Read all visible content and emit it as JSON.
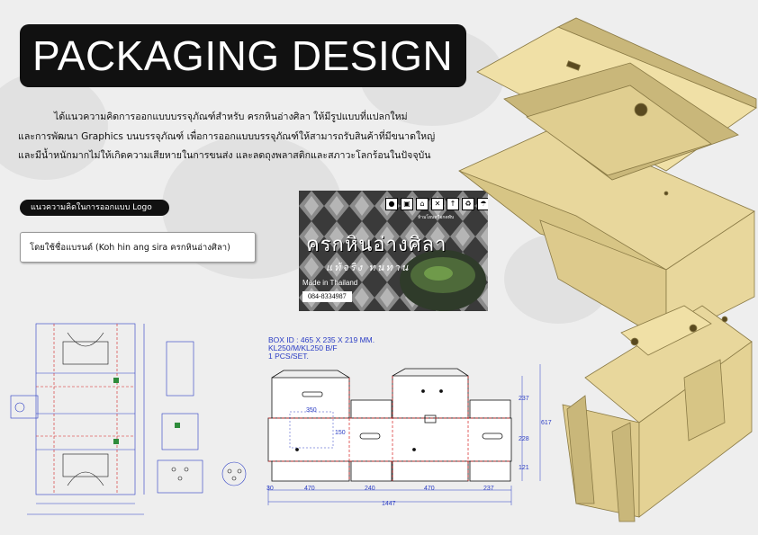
{
  "title": "PACKAGING DESIGN",
  "description": {
    "line1": "ได้แนวความคิดการออกแบบบรรจุภัณฑ์สำหรับ    ครกหินอ่างศิลา   ให้มีรูปแบบที่แปลกใหม่",
    "line2": "และการพัฒนา Graphics บนบรรจุภัณฑ์ เพื่อการออกแบบบรรจุภัณฑ์ให้สามารถรับสินค้าที่มีขนาดใหญ่",
    "line3": "และมีน้ำหนักมากไม่ให้เกิดความเสียหายในการขนส่ง  และลดถุงพลาสติกและสภาวะโลกร้อนในปัจจุบัน"
  },
  "logo_heading": "แนวความคิดในการออกแบบ Logo",
  "brand_note": "โดยใช้ชื่อแบรนด์ (Koh hin ang sira  ครกหินอ่างศิลา)",
  "label": {
    "name": "ครกหินอ่างศิลา",
    "tagline": "แท้จริง ทนทาน",
    "made_in": "Made in Thailand",
    "phone": "084-8334987",
    "small_text": "ห้ามโยนหรือกดทับ"
  },
  "spec": {
    "box_id": "BOX ID : 465 X 235 X 219 MM.",
    "material": "KL250/M/KL250  B/F",
    "quantity": "1 PCS/SET."
  },
  "dimensions": {
    "bottom": [
      "30",
      "470",
      "240",
      "470",
      "237"
    ],
    "total": "1447",
    "right": [
      "237",
      "228",
      "121"
    ],
    "right_total": "617",
    "inner_h": "350",
    "inner_v": "150"
  },
  "colors": {
    "cardboard": "#e8d79c",
    "cardboard_dark": "#c9b77a",
    "dimension_blue": "#2a3cc4",
    "dieline_red": "#d62020"
  }
}
